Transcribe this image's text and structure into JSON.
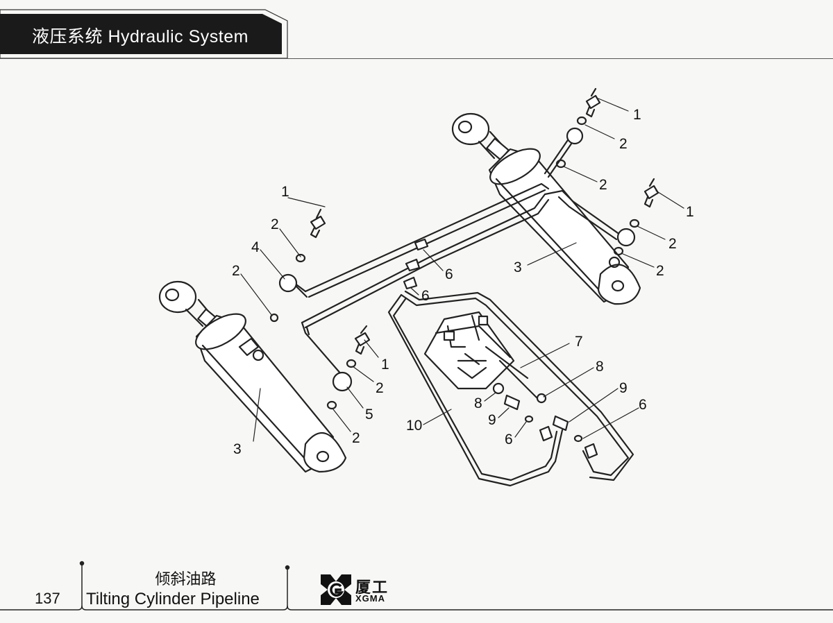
{
  "header": {
    "title": "液压系统  Hydraulic System"
  },
  "diagram": {
    "callouts": [
      "1",
      "2",
      "3",
      "4",
      "5",
      "6",
      "7",
      "8",
      "9",
      "10"
    ]
  },
  "footer": {
    "page_number": "137",
    "title_cn": "倾斜油路",
    "title_en": "Tilting Cylinder Pipeline",
    "brand_cn": "厦工",
    "brand_en": "XGMA",
    "logo_icon": "xgma-logo-icon"
  }
}
